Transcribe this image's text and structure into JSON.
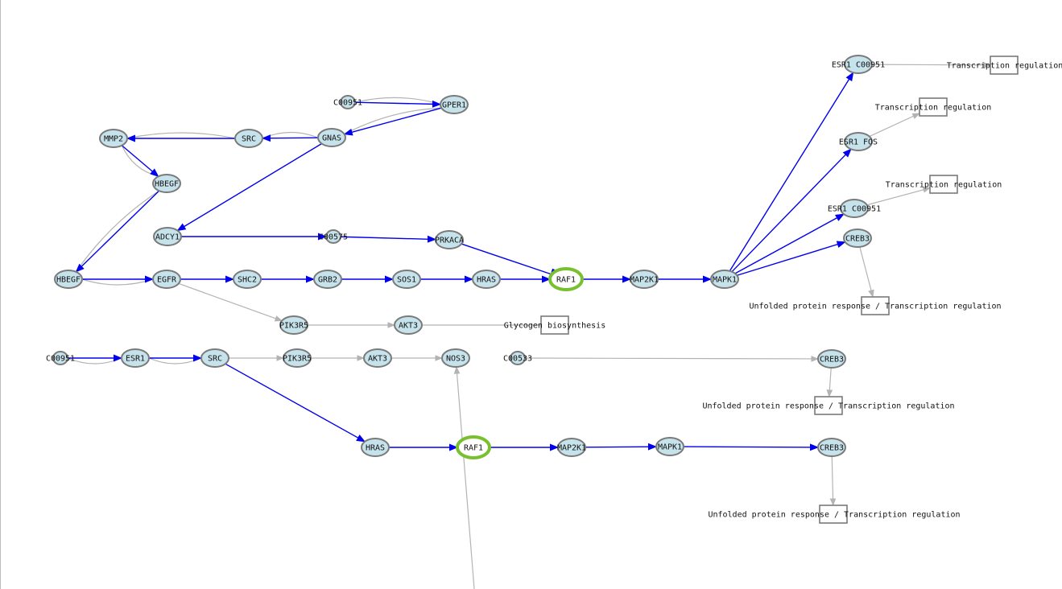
{
  "colors": {
    "activation": "#0000ee",
    "neutral": "#b3b3b3",
    "node_fill": "#c6e2ea",
    "node_stroke": "#7a7a7a",
    "highlight": "#78c02e",
    "process_stroke": "#7a7a7a"
  },
  "nodes": [
    {
      "id": "n_c00951_a",
      "label": "C00951",
      "kind": "small"
    },
    {
      "id": "n_gper1",
      "label": "GPER1",
      "kind": "gene"
    },
    {
      "id": "n_gnas",
      "label": "GNAS",
      "kind": "gene"
    },
    {
      "id": "n_src_a",
      "label": "SRC",
      "kind": "gene"
    },
    {
      "id": "n_mmp2",
      "label": "MMP2",
      "kind": "gene"
    },
    {
      "id": "n_hbegf_a",
      "label": "HBEGF",
      "kind": "gene"
    },
    {
      "id": "n_adcy1",
      "label": "ADCY1",
      "kind": "gene"
    },
    {
      "id": "n_c00575",
      "label": "C00575",
      "kind": "small"
    },
    {
      "id": "n_prkaca",
      "label": "PRKACA",
      "kind": "gene"
    },
    {
      "id": "n_hbegf_b",
      "label": "HBEGF",
      "kind": "gene"
    },
    {
      "id": "n_egfr",
      "label": "EGFR",
      "kind": "gene"
    },
    {
      "id": "n_shc2",
      "label": "SHC2",
      "kind": "gene"
    },
    {
      "id": "n_grb2",
      "label": "GRB2",
      "kind": "gene"
    },
    {
      "id": "n_sos1",
      "label": "SOS1",
      "kind": "gene"
    },
    {
      "id": "n_hras_a",
      "label": "HRAS",
      "kind": "gene"
    },
    {
      "id": "n_raf1_a",
      "label": "RAF1",
      "kind": "highlight"
    },
    {
      "id": "n_map2k1_a",
      "label": "MAP2K1",
      "kind": "gene"
    },
    {
      "id": "n_mapk1_a",
      "label": "MAPK1",
      "kind": "gene"
    },
    {
      "id": "n_esr1c_a",
      "label": "ESR1 C00951",
      "kind": "gene"
    },
    {
      "id": "n_esr1fos",
      "label": "ESR1 FOS",
      "kind": "gene"
    },
    {
      "id": "n_esr1c_b",
      "label": "ESR1 C00951",
      "kind": "gene"
    },
    {
      "id": "n_creb3_a",
      "label": "CREB3",
      "kind": "gene"
    },
    {
      "id": "n_pik3r5_a",
      "label": "PIK3R5",
      "kind": "gene"
    },
    {
      "id": "n_akt3_a",
      "label": "AKT3",
      "kind": "gene"
    },
    {
      "id": "n_c00951_b",
      "label": "C00951",
      "kind": "small"
    },
    {
      "id": "n_esr1",
      "label": "ESR1",
      "kind": "gene"
    },
    {
      "id": "n_src_b",
      "label": "SRC",
      "kind": "gene"
    },
    {
      "id": "n_pik3r5_b",
      "label": "PIK3R5",
      "kind": "gene"
    },
    {
      "id": "n_akt3_b",
      "label": "AKT3",
      "kind": "gene"
    },
    {
      "id": "n_nos3",
      "label": "NOS3",
      "kind": "gene"
    },
    {
      "id": "n_c00533",
      "label": "C00533",
      "kind": "small"
    },
    {
      "id": "n_creb3_b",
      "label": "CREB3",
      "kind": "gene"
    },
    {
      "id": "n_hras_b",
      "label": "HRAS",
      "kind": "gene"
    },
    {
      "id": "n_raf1_b",
      "label": "RAF1",
      "kind": "highlight"
    },
    {
      "id": "n_map2k1_b",
      "label": "MAP2K1",
      "kind": "gene"
    },
    {
      "id": "n_mapk1_b",
      "label": "MAPK1",
      "kind": "gene"
    },
    {
      "id": "n_creb3_c",
      "label": "CREB3",
      "kind": "gene"
    }
  ],
  "processes": [
    {
      "id": "p1",
      "label": "Transcription regulation"
    },
    {
      "id": "p2",
      "label": "Transcription regulation"
    },
    {
      "id": "p3",
      "label": "Transcription regulation"
    },
    {
      "id": "p4",
      "label": "Unfolded protein response / Transcription regulation"
    },
    {
      "id": "p5",
      "label": "Glycogen biosynthesis"
    },
    {
      "id": "p6",
      "label": "Unfolded protein response / Transcription regulation"
    },
    {
      "id": "p7",
      "label": "Unfolded protein response / Transcription regulation"
    }
  ],
  "edges": [
    {
      "from": "n_c00951_a",
      "to": "n_gper1",
      "type": "activation"
    },
    {
      "from": "n_gper1",
      "to": "n_c00951_a",
      "type": "neutral-curve"
    },
    {
      "from": "n_gper1",
      "to": "n_gnas",
      "type": "activation"
    },
    {
      "from": "n_gper1",
      "to": "n_gnas",
      "type": "neutral-curve"
    },
    {
      "from": "n_gnas",
      "to": "n_src_a",
      "type": "activation"
    },
    {
      "from": "n_gnas",
      "to": "n_src_a",
      "type": "neutral-curve"
    },
    {
      "from": "n_src_a",
      "to": "n_mmp2",
      "type": "activation"
    },
    {
      "from": "n_src_a",
      "to": "n_mmp2",
      "type": "neutral-curve"
    },
    {
      "from": "n_mmp2",
      "to": "n_hbegf_a",
      "type": "activation"
    },
    {
      "from": "n_mmp2",
      "to": "n_hbegf_a",
      "type": "neutral-curve"
    },
    {
      "from": "n_gnas",
      "to": "n_adcy1",
      "type": "activation"
    },
    {
      "from": "n_hbegf_a",
      "to": "n_hbegf_b",
      "type": "activation"
    },
    {
      "from": "n_hbegf_a",
      "to": "n_hbegf_b",
      "type": "neutral-curve"
    },
    {
      "from": "n_adcy1",
      "to": "n_c00575",
      "type": "activation"
    },
    {
      "from": "n_c00575",
      "to": "n_prkaca",
      "type": "activation"
    },
    {
      "from": "n_prkaca",
      "to": "n_raf1_a",
      "type": "inhibition"
    },
    {
      "from": "n_hbegf_b",
      "to": "n_egfr",
      "type": "activation"
    },
    {
      "from": "n_hbegf_b",
      "to": "n_egfr",
      "type": "neutral-curve"
    },
    {
      "from": "n_egfr",
      "to": "n_shc2",
      "type": "activation"
    },
    {
      "from": "n_shc2",
      "to": "n_grb2",
      "type": "activation"
    },
    {
      "from": "n_grb2",
      "to": "n_sos1",
      "type": "activation"
    },
    {
      "from": "n_sos1",
      "to": "n_hras_a",
      "type": "activation"
    },
    {
      "from": "n_hras_a",
      "to": "n_raf1_a",
      "type": "activation"
    },
    {
      "from": "n_raf1_a",
      "to": "n_map2k1_a",
      "type": "activation"
    },
    {
      "from": "n_map2k1_a",
      "to": "n_mapk1_a",
      "type": "activation"
    },
    {
      "from": "n_mapk1_a",
      "to": "n_esr1c_a",
      "type": "activation"
    },
    {
      "from": "n_mapk1_a",
      "to": "n_esr1fos",
      "type": "activation"
    },
    {
      "from": "n_mapk1_a",
      "to": "n_esr1c_b",
      "type": "activation"
    },
    {
      "from": "n_mapk1_a",
      "to": "n_creb3_a",
      "type": "activation"
    },
    {
      "from": "n_esr1c_a",
      "to": "p1",
      "type": "neutral"
    },
    {
      "from": "n_esr1fos",
      "to": "p2",
      "type": "neutral"
    },
    {
      "from": "n_esr1c_b",
      "to": "p3",
      "type": "neutral"
    },
    {
      "from": "n_creb3_a",
      "to": "p4",
      "type": "neutral"
    },
    {
      "from": "n_egfr",
      "to": "n_pik3r5_a",
      "type": "neutral"
    },
    {
      "from": "n_pik3r5_a",
      "to": "n_akt3_a",
      "type": "neutral"
    },
    {
      "from": "n_akt3_a",
      "to": "p5",
      "type": "neutral-plain"
    },
    {
      "from": "n_c00951_b",
      "to": "n_esr1",
      "type": "activation"
    },
    {
      "from": "n_c00951_b",
      "to": "n_esr1",
      "type": "neutral-curve"
    },
    {
      "from": "n_esr1",
      "to": "n_src_b",
      "type": "activation"
    },
    {
      "from": "n_esr1",
      "to": "n_src_b",
      "type": "neutral-curve"
    },
    {
      "from": "n_src_b",
      "to": "n_pik3r5_b",
      "type": "neutral"
    },
    {
      "from": "n_pik3r5_b",
      "to": "n_akt3_b",
      "type": "neutral"
    },
    {
      "from": "n_akt3_b",
      "to": "n_nos3",
      "type": "neutral"
    },
    {
      "from": "n_c00533",
      "to": "n_creb3_b",
      "type": "neutral"
    },
    {
      "from": "n_creb3_b",
      "to": "p6",
      "type": "neutral"
    },
    {
      "from": "n_src_b",
      "to": "n_hras_b",
      "type": "activation"
    },
    {
      "from": "n_hras_b",
      "to": "n_raf1_b",
      "type": "activation"
    },
    {
      "from": "n_raf1_b",
      "to": "n_map2k1_b",
      "type": "activation"
    },
    {
      "from": "n_map2k1_b",
      "to": "n_mapk1_b",
      "type": "activation"
    },
    {
      "from": "n_mapk1_b",
      "to": "n_creb3_c",
      "type": "activation"
    },
    {
      "from": "n_creb3_c",
      "to": "p7",
      "type": "neutral"
    },
    {
      "from": "raf1_offscreen",
      "to": "n_nos3",
      "type": "neutral"
    }
  ]
}
